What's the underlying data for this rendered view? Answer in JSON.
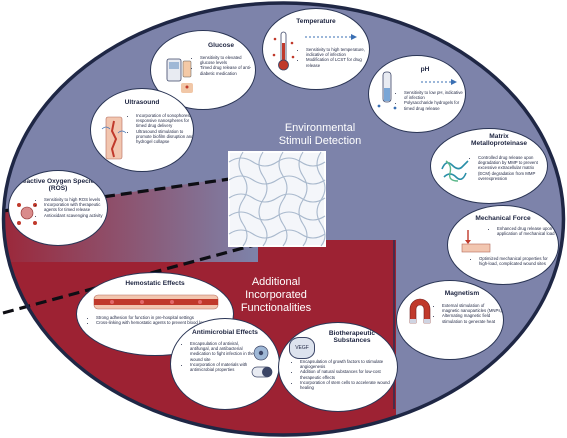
{
  "heading_detection": [
    "Environmental",
    "Stimuli Detection"
  ],
  "heading_functionalities": [
    "Additional",
    "Incorporated",
    "Functionalities"
  ],
  "colors": {
    "blue": "#7d83aa",
    "red": "#9d2233",
    "border": "#1f2745",
    "card_border": "#2a3555",
    "dark_text": "#1d2440"
  },
  "cards": {
    "glucose": {
      "title": "Glucose",
      "bullets": [
        "Sensitivity to elevated glucose levels",
        "Timed drug release of anti-diabetic medication"
      ]
    },
    "temperature": {
      "title": "Temperature",
      "bullets": [
        "Sensitivity to high temperature, indicative of infection",
        "Modification of LCST for drug release"
      ]
    },
    "ph": {
      "title": "pH",
      "bullets": [
        "Sensitivity to low pH, indicative of infection",
        "Polysaccharide hydrogels for timed drug release"
      ]
    },
    "ultrasound": {
      "title": "Ultrasound",
      "bullets": [
        "Incorporation of sonophoresis-responsive nanospheres for timed drug delivery",
        "Ultrasound stimulation to promote biofilm disruption and hydrogel collapse"
      ]
    },
    "mmp": {
      "title_lines": [
        "Matrix",
        "Metalloproteinase"
      ],
      "bullets": [
        "Controlled drug release upon degradation by MMP to prevent excessive extracellular matrix (ECM) degradation from MMP overexpression"
      ]
    },
    "ros": {
      "title_lines": [
        "Reactive Oxygen Species",
        "(ROS)"
      ],
      "bullets": [
        "Sensitivity to high ROS levels",
        "Incorporation with therapeutic agents for timed release",
        "Antioxidant scavenging activity"
      ]
    },
    "mechanical": {
      "title": "Mechanical Force",
      "bullets": [
        "Enhanced drug release upon application of mechanical load",
        "Optimized mechanical properties for high-load, complicated wound sites"
      ]
    },
    "hemostatic": {
      "title": "Hemostatic Effects",
      "bullets": [
        "Strong adhesion for function in pre-hospital settings",
        "Cross-linking with hemostatic agents to prevent blood loss"
      ]
    },
    "magnetism": {
      "title": "Magnetism",
      "bullets": [
        "External stimulation of magnetic nanoparticles (MNPs)",
        "Alternating magnetic field stimulation to generate heat"
      ]
    },
    "antimicrobial": {
      "title": "Antimicrobial Effects",
      "bullets": [
        "Encapsulation of antiviral, antifungal, and antibacterial medication to fight infection in the wound site",
        "Incorporation of materials with antimicrobial properties"
      ]
    },
    "biotherapeutic": {
      "title_lines": [
        "Biotherapeutic",
        "Substances"
      ],
      "bullets": [
        "Encapsulation of growth factors to stimulate angiogenesis",
        "Addition of natural substances for low-cost therapeutic effects",
        "Incorporation of stem cells to accelerate wound healing"
      ],
      "tag": "VEGF"
    }
  }
}
